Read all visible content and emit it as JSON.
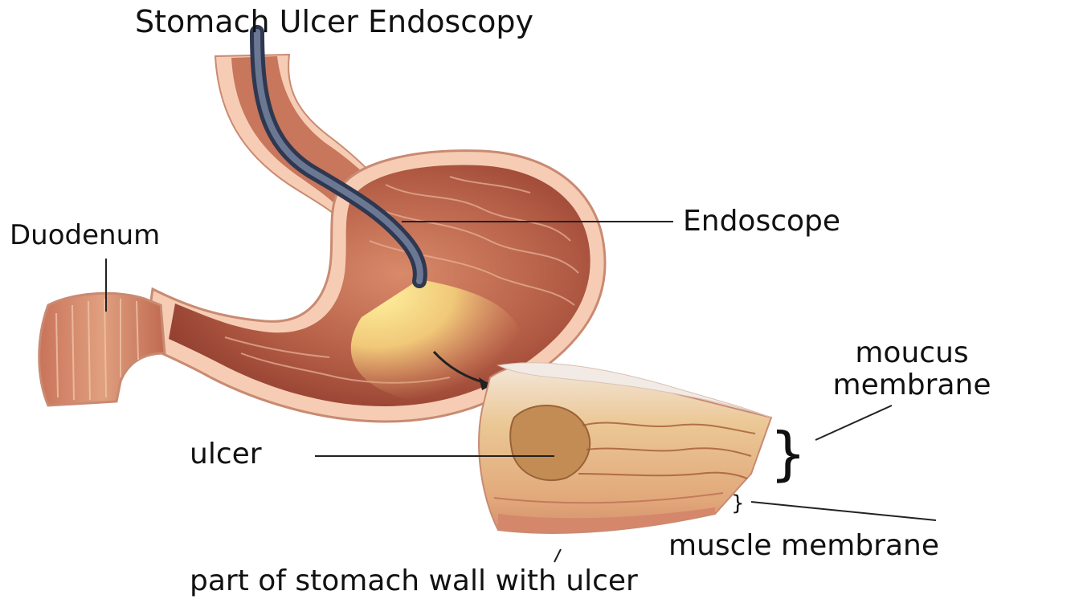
{
  "title": "Stomach Ulcer Endoscopy",
  "labels": {
    "duodenum": "Duodenum",
    "endoscope": "Endoscope",
    "ulcer": "ulcer",
    "mucus_membrane": "moucus membrane",
    "muscle_membrane": "muscle membrane",
    "stomach_wall": "part of stomach wall with ulcer"
  },
  "colors": {
    "outer_wall": "#f6cdb4",
    "inner_tissue": "#b0553f",
    "tissue_dark": "#8e3b2d",
    "scope": "#4a5570",
    "light": "#f3e07a",
    "section_top": "#f0e6de",
    "section_body": "#e8b988"
  }
}
